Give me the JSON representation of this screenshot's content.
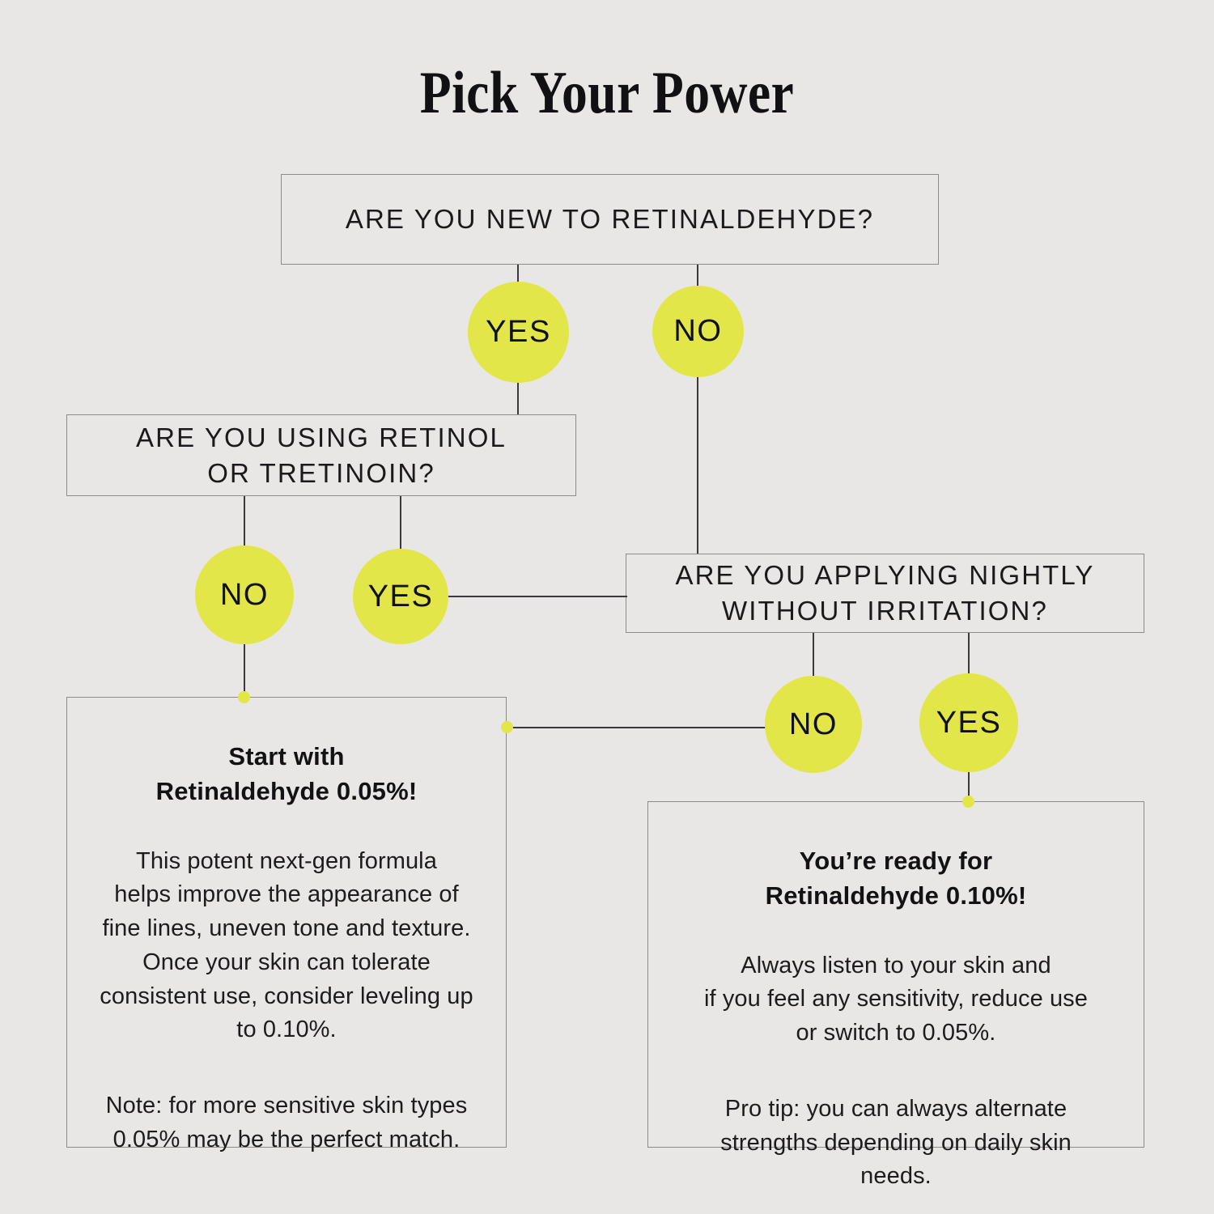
{
  "page": {
    "title": "Pick Your Power",
    "background_color": "#e9e7e5",
    "accent_color": "#e2e648",
    "line_color": "#3a3a3c",
    "border_color": "#8b8b8b",
    "text_color": "#16161a"
  },
  "questions": {
    "q1": "ARE YOU NEW TO RETINALDEHYDE?",
    "q2": "ARE YOU USING RETINOL\nOR TRETINOIN?",
    "q3": "ARE YOU APPLYING NIGHTLY\nWITHOUT IRRITATION?"
  },
  "answers": {
    "q1_yes": "YES",
    "q1_no": "NO",
    "q2_no": "NO",
    "q2_yes": "YES",
    "q3_no": "NO",
    "q3_yes": "YES"
  },
  "results": {
    "left": {
      "heading": "Start with\nRetinaldehyde 0.05%!",
      "paragraph1": "This potent next-gen formula\nhelps improve the appearance of\nfine lines, uneven tone and texture.\nOnce your skin can tolerate\nconsistent use, consider leveling up\nto 0.10%.",
      "paragraph2": "Note: for more sensitive skin types\n0.05% may be the perfect match."
    },
    "right": {
      "heading": "You’re ready for\nRetinaldehyde 0.10%!",
      "paragraph1": "Always listen to your skin and\nif you feel any sensitivity, reduce use\nor switch to 0.05%.",
      "paragraph2": "Pro tip: you can always alternate\nstrengths depending on daily skin\nneeds."
    }
  },
  "chart_data": {
    "type": "diagram",
    "title": "Pick Your Power",
    "nodes": [
      {
        "id": "q1",
        "kind": "question",
        "text": "ARE YOU NEW TO RETINALDEHYDE?"
      },
      {
        "id": "q2",
        "kind": "question",
        "text": "ARE YOU USING RETINOL OR TRETINOIN?"
      },
      {
        "id": "q3",
        "kind": "question",
        "text": "ARE YOU APPLYING NIGHTLY WITHOUT IRRITATION?"
      },
      {
        "id": "r1",
        "kind": "result",
        "text": "Start with Retinaldehyde 0.05%!"
      },
      {
        "id": "r2",
        "kind": "result",
        "text": "You’re ready for Retinaldehyde 0.10%!"
      }
    ],
    "edges": [
      {
        "from": "q1",
        "to": "q2",
        "label": "YES"
      },
      {
        "from": "q1",
        "to": "q3",
        "label": "NO"
      },
      {
        "from": "q2",
        "to": "r1",
        "label": "NO"
      },
      {
        "from": "q2",
        "to": "q3",
        "label": "YES"
      },
      {
        "from": "q3",
        "to": "r1",
        "label": "NO"
      },
      {
        "from": "q3",
        "to": "r2",
        "label": "YES"
      }
    ]
  }
}
